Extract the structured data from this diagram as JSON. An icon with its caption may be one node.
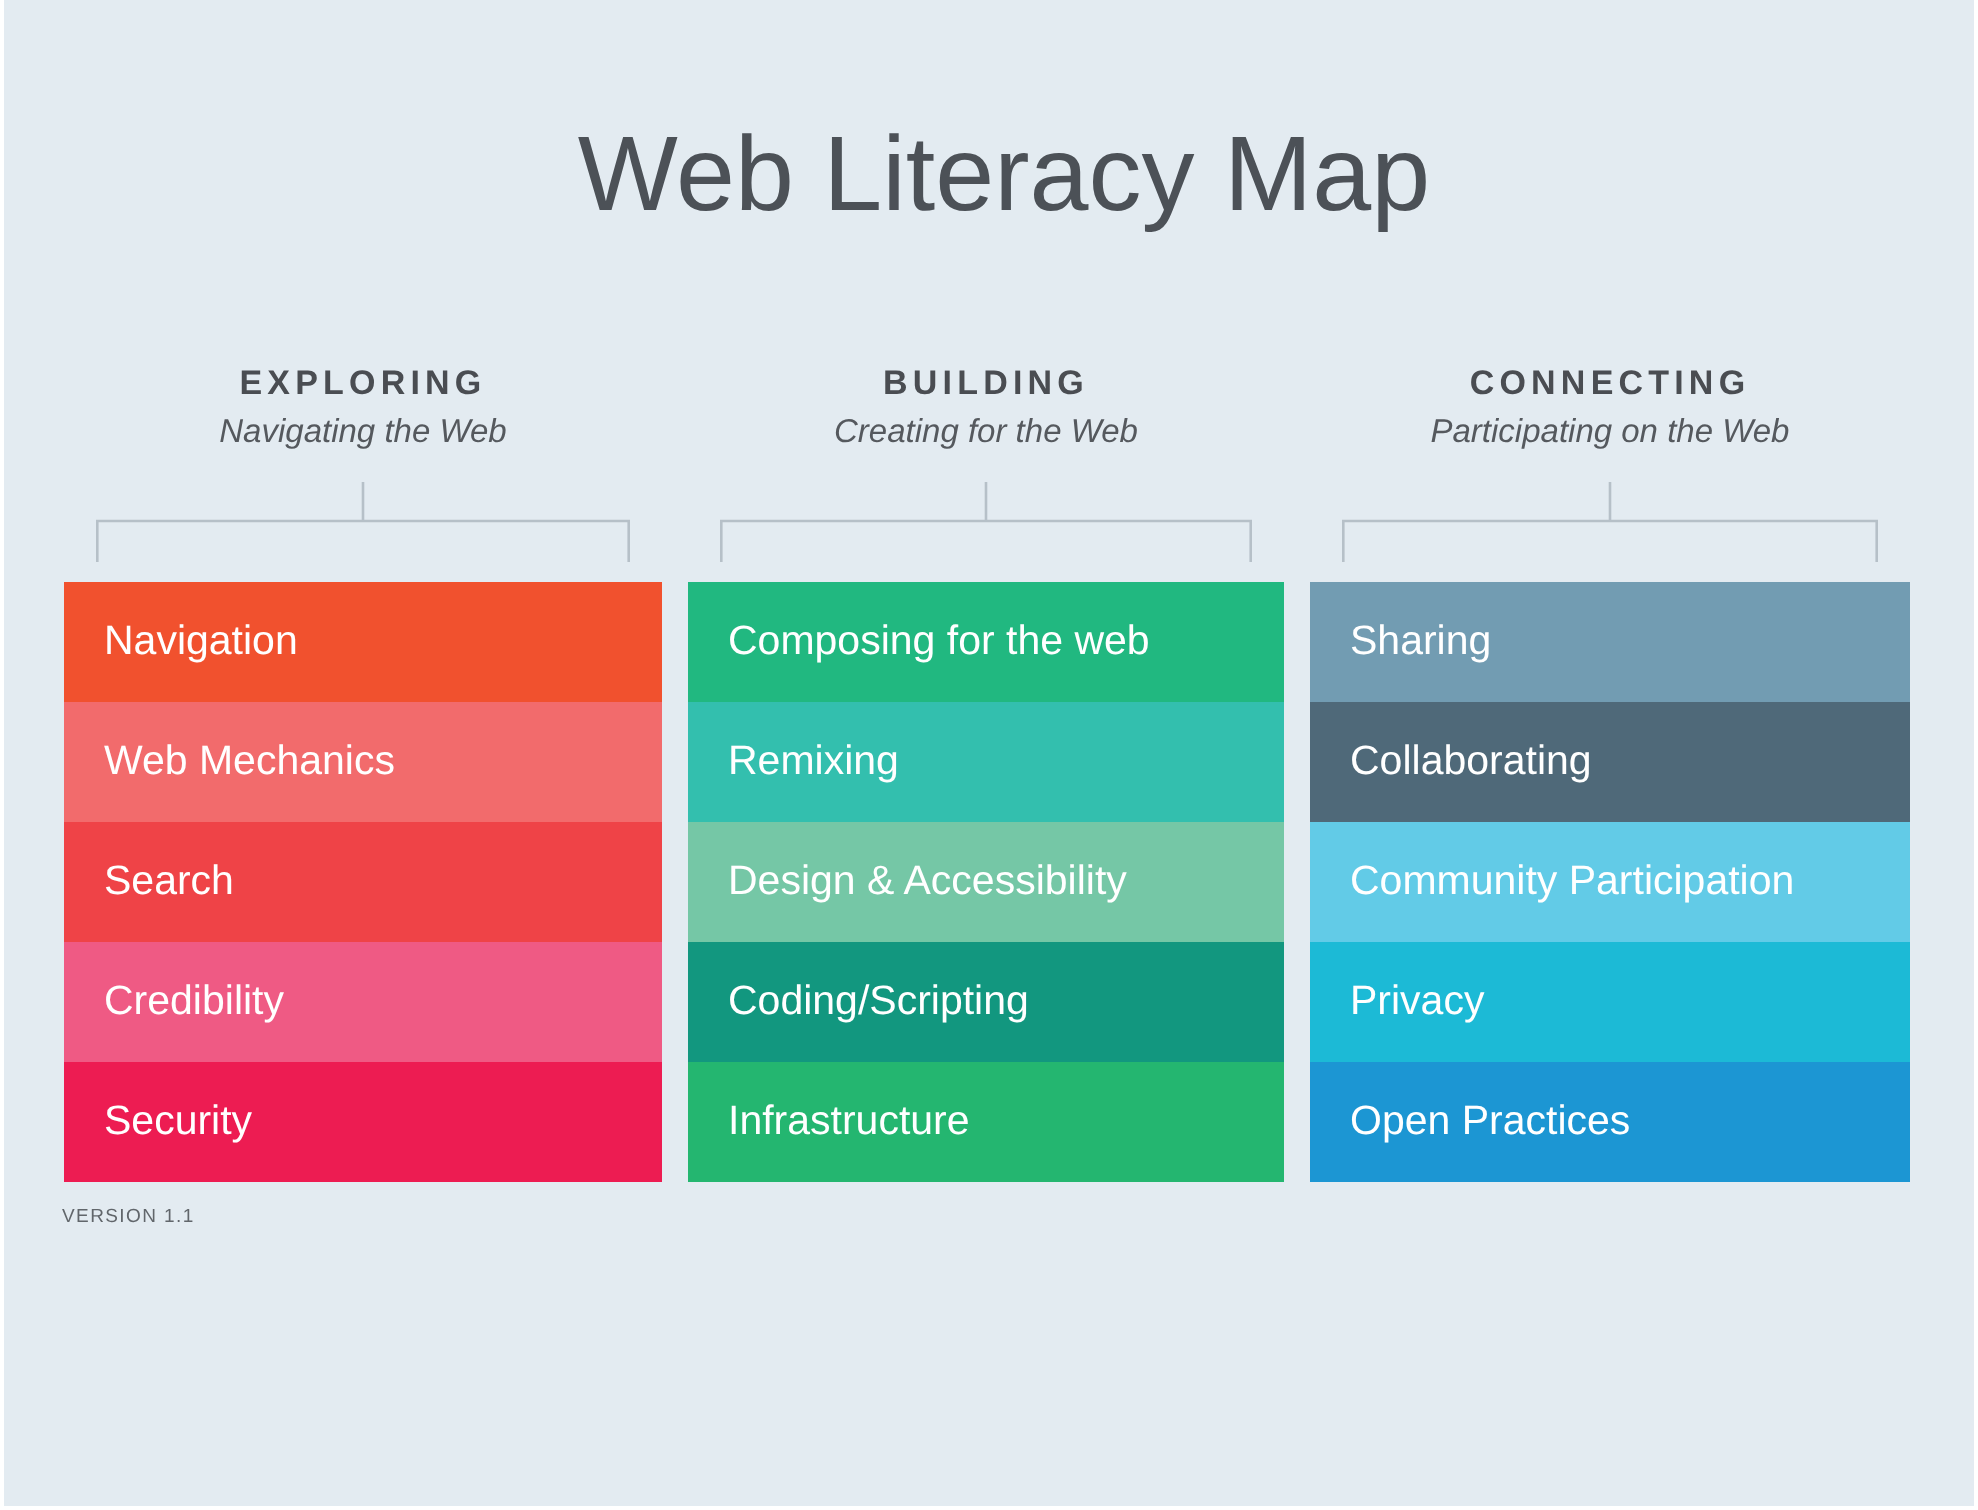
{
  "diagram": {
    "title": "Web Literacy Map",
    "nodes": [
      {
        "text": [
          "EXPLORING",
          "Navigating the Web"
        ]
      },
      {
        "text": [
          "Navigation"
        ],
        "in": 0
      },
      {
        "text": [
          "Web Mechanics"
        ],
        "in": 0
      },
      {
        "text": [
          "Search"
        ],
        "in": 0
      },
      {
        "text": [
          "Credibility"
        ],
        "in": 0
      },
      {
        "text": [
          "Security"
        ],
        "in": 0
      },
      {
        "text": [
          "BUILDING",
          "Creating for the Web"
        ]
      },
      {
        "text": [
          "Composing for the web"
        ],
        "in": 6
      },
      {
        "text": [
          "Remixing"
        ],
        "in": 6
      },
      {
        "text": [
          "Design & Accessibility"
        ],
        "in": 6
      },
      {
        "text": [
          "Coding/Scripting"
        ],
        "in": 6
      },
      {
        "text": [
          "Infrastructure"
        ],
        "in": 6
      },
      {
        "text": [
          "CONNECTING",
          "Participating on the Web"
        ]
      },
      {
        "text": [
          "Sharing"
        ],
        "in": 12
      },
      {
        "text": [
          "Collaborating"
        ],
        "in": 12
      },
      {
        "text": [
          "Community Participation"
        ],
        "in": 12
      },
      {
        "text": [
          "Privacy"
        ],
        "in": 12
      },
      {
        "text": [
          "Open Practices"
        ],
        "in": 12
      }
    ],
    "labels": [
      "VERSION 1.1"
    ]
  }
}
